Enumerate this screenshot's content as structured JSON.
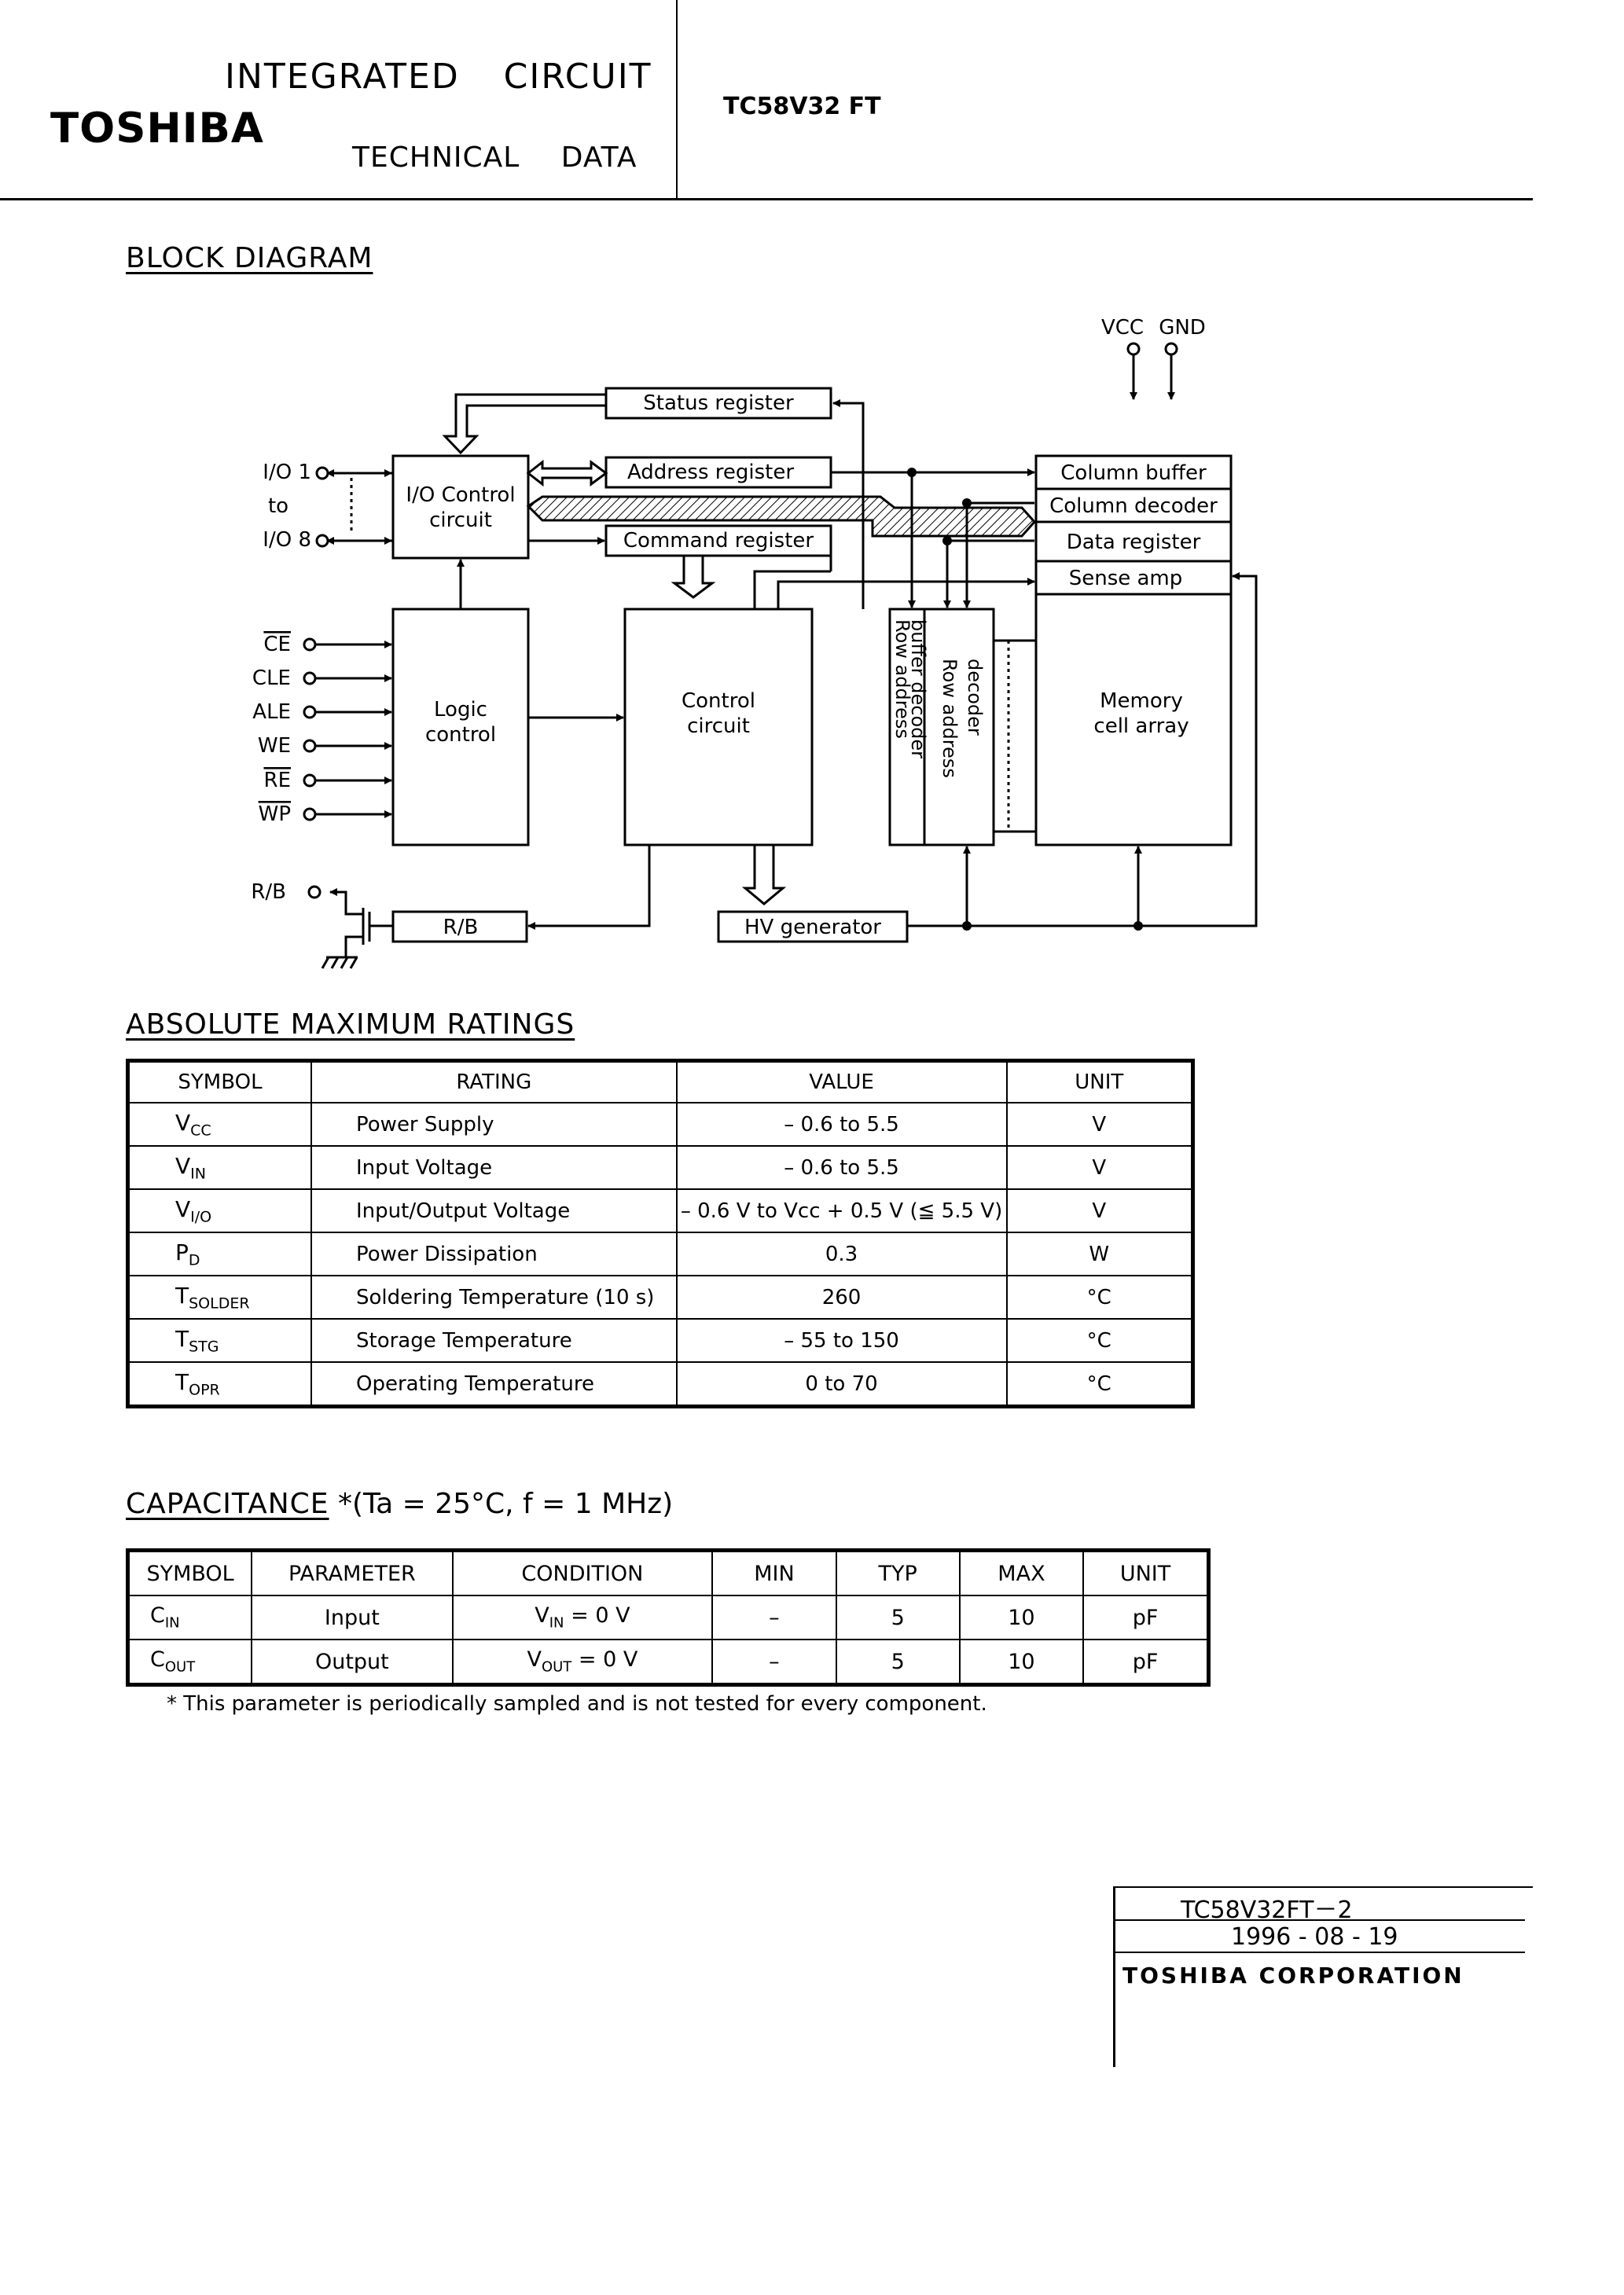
{
  "header": {
    "integrated_circuit": "INTEGRATED CIRCUIT",
    "technical_data": "TECHNICAL DATA",
    "logo": "TOSHIBA",
    "part_number": "TC58V32 FT"
  },
  "block_diagram": {
    "title": "BLOCK DIAGRAM",
    "power_pins": [
      "VCC",
      "GND"
    ],
    "io_pins": [
      "I/O 1",
      "to",
      "I/O 8"
    ],
    "control_pins": [
      "CE",
      "CLE",
      "ALE",
      "WE",
      "RE",
      "WP"
    ],
    "rb_pin": "R/B",
    "blocks": {
      "status_register": "Status register",
      "address_register": "Address register",
      "command_register": "Command register",
      "io_control": [
        "I/O Control",
        "circuit"
      ],
      "logic_control": [
        "Logic",
        "control"
      ],
      "control_circuit": [
        "Control",
        "circuit"
      ],
      "column_buffer": "Column buffer",
      "column_decoder": "Column decoder",
      "data_register": "Data register",
      "sense_amp": "Sense amp",
      "memory_cell_array": [
        "Memory",
        "cell array"
      ],
      "row_address_buffer_decoder": [
        "Row address",
        "buffer decoder"
      ],
      "row_address_decoder": [
        "Row address",
        "decoder"
      ],
      "rb_block": "R/B",
      "hv_generator": "HV generator"
    }
  },
  "abs_max": {
    "title": "ABSOLUTE MAXIMUM RATINGS",
    "headers": [
      "SYMBOL",
      "RATING",
      "VALUE",
      "UNIT"
    ],
    "rows": [
      {
        "sym": "V",
        "sub": "CC",
        "rating": "Power Supply",
        "value": "– 0.6 to 5.5",
        "unit": "V"
      },
      {
        "sym": "V",
        "sub": "IN",
        "rating": "Input Voltage",
        "value": "– 0.6 to 5.5",
        "unit": "V"
      },
      {
        "sym": "V",
        "sub": "I/O",
        "rating": "Input/Output Voltage",
        "value": "– 0.6 V to Vcc + 0.5 V (≦ 5.5 V)",
        "unit": "V"
      },
      {
        "sym": "P",
        "sub": "D",
        "rating": "Power Dissipation",
        "value": "0.3",
        "unit": "W"
      },
      {
        "sym": "T",
        "sub": "SOLDER",
        "rating": "Soldering Temperature (10 s)",
        "value": "260",
        "unit": "°C"
      },
      {
        "sym": "T",
        "sub": "STG",
        "rating": "Storage Temperature",
        "value": "– 55 to 150",
        "unit": "°C"
      },
      {
        "sym": "T",
        "sub": "OPR",
        "rating": "Operating Temperature",
        "value": "0 to 70",
        "unit": "°C"
      }
    ]
  },
  "capacitance": {
    "title": "CAPACITANCE",
    "condition": "*(Ta = 25°C, f = 1 MHz)",
    "headers": [
      "SYMBOL",
      "PARAMETER",
      "CONDITION",
      "MIN",
      "TYP",
      "MAX",
      "UNIT"
    ],
    "rows": [
      {
        "sym": "C",
        "sub": "IN",
        "param": "Input",
        "cond_sym": "V",
        "cond_sub": "IN",
        "cond_val": " = 0 V",
        "min": "–",
        "typ": "5",
        "max": "10",
        "unit": "pF"
      },
      {
        "sym": "C",
        "sub": "OUT",
        "param": "Output",
        "cond_sym": "V",
        "cond_sub": "OUT",
        "cond_val": " = 0 V",
        "min": "–",
        "typ": "5",
        "max": "10",
        "unit": "pF"
      }
    ],
    "note": "* This parameter is periodically sampled and is not tested for every component."
  },
  "footer": {
    "doc_number": "TC58V32FT－2",
    "date": "1996 - 08 - 19",
    "corporation": "TOSHIBA CORPORATION"
  }
}
